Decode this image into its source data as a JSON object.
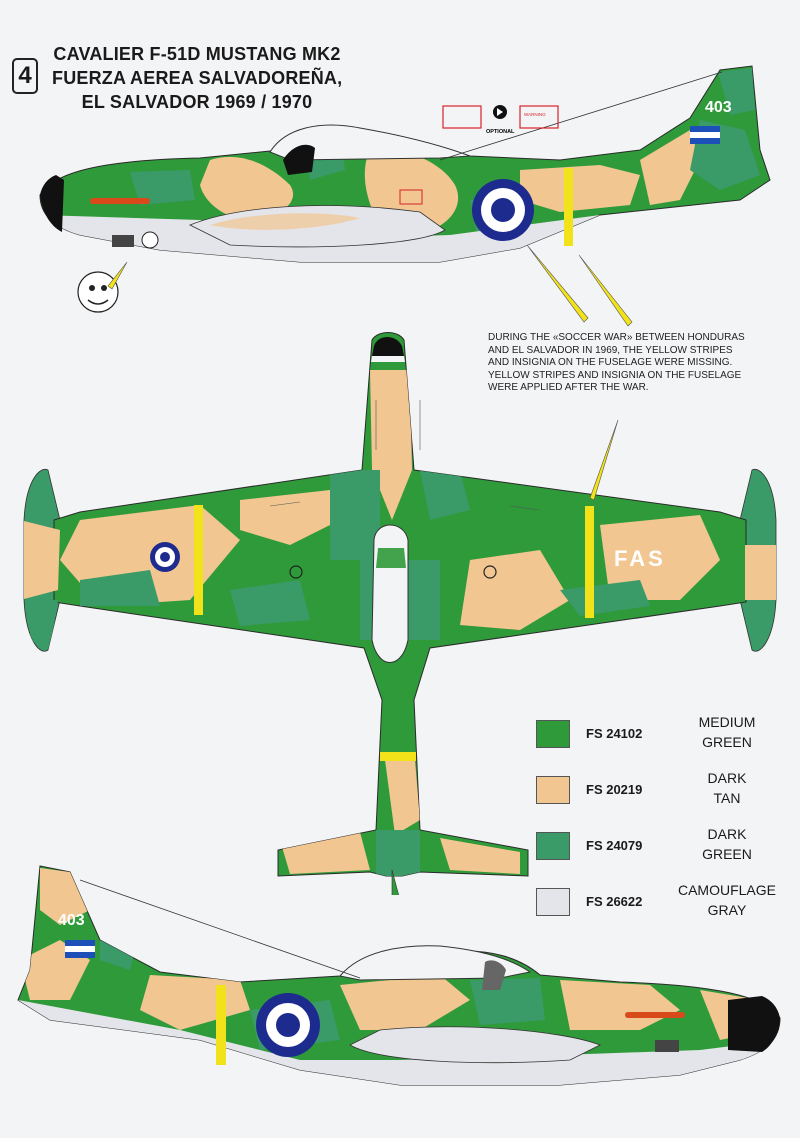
{
  "sheet": {
    "profile_number": "4",
    "title_lines": [
      "CAVALIER F-51D MUSTANG MK2",
      "FUERZA AEREA SALVADOREÑA,",
      "EL SALVADOR 1969 / 1970"
    ],
    "note_lines": [
      "DURING THE «SOCCER WAR» BETWEEN HONDURAS",
      "AND EL SALVADOR IN 1969, THE YELLOW STRIPES",
      "AND INSIGNIA ON THE FUSELAGE WERE MISSING.",
      "YELLOW STRIPES AND INSIGNIA ON THE FUSELAGE",
      "WERE APPLIED AFTER THE WAR."
    ]
  },
  "markings": {
    "tail_number": "403",
    "wing_code": "FAS",
    "optional_label": "OPTIONAL",
    "warning_label": "WARNING"
  },
  "legend": [
    {
      "code": "FS 24102",
      "name": [
        "MEDIUM",
        "GREEN"
      ],
      "color": "#2f9a3a"
    },
    {
      "code": "FS 20219",
      "name": [
        "DARK",
        "TAN"
      ],
      "color": "#f2c690"
    },
    {
      "code": "FS 24079",
      "name": [
        "DARK",
        "GREEN"
      ],
      "color": "#3a9a68"
    },
    {
      "code": "FS 26622",
      "name": [
        "CAMOUFLAGE",
        "GRAY"
      ],
      "color": "#e4e5ea"
    }
  ],
  "colors": {
    "medium_green": "#2f9a3a",
    "dark_tan": "#f2c690",
    "dark_green": "#3a9a68",
    "camo_gray": "#e4e5ea",
    "yellow": "#f2e21a",
    "roundel_blue": "#1d2b8f",
    "black": "#111111"
  }
}
